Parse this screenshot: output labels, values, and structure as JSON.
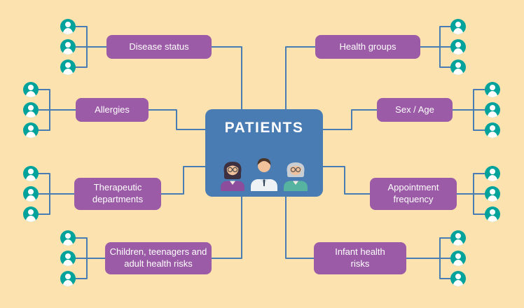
{
  "colors": {
    "background": "#FBE2AE",
    "node": "#9B5BA6",
    "center": "#4A7CB4",
    "line": "#4A7CB4",
    "icon": "#00A39B",
    "text": "#FFFFFF"
  },
  "center": {
    "label": "PATIENTS",
    "avatars": [
      "woman-avatar",
      "man-avatar",
      "elderly-man-avatar"
    ]
  },
  "nodes": [
    {
      "label": "Disease status"
    },
    {
      "label": "Health groups"
    },
    {
      "label": "Allergies"
    },
    {
      "label": "Sex / Age"
    },
    {
      "label": "Therapeutic departments"
    },
    {
      "label": "Appointment frequency"
    },
    {
      "label": "Children, teenagers and adult health risks"
    },
    {
      "label": "Infant health risks"
    }
  ],
  "icon_clusters": {
    "icon": "user-icon",
    "icons_per_node": 3
  }
}
